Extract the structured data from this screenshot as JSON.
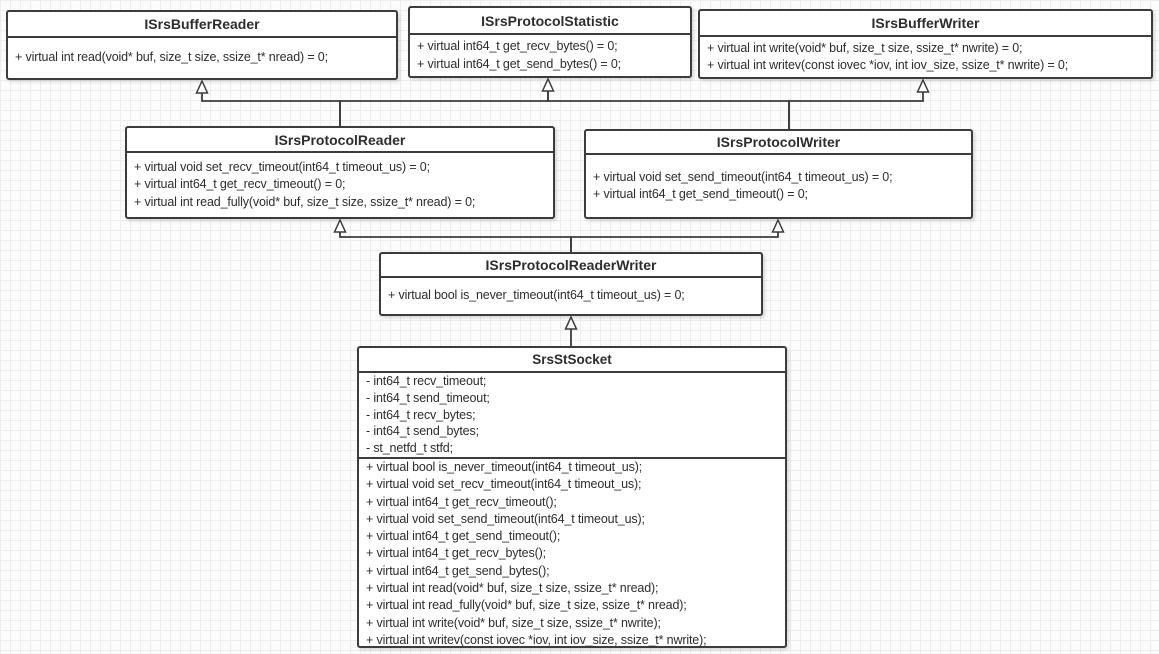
{
  "colors": {
    "border": "#3c3c3c",
    "text": "#2d2d2d",
    "box_fill": "#ffffff",
    "grid": "#ededed"
  },
  "diagram": {
    "type": "uml-class-diagram",
    "classes": [
      {
        "name": "ISrsBufferReader",
        "fields": [],
        "methods": [
          "+ virtual int read(void* buf, size_t size, ssize_t* nread) = 0;"
        ]
      },
      {
        "name": "ISrsProtocolStatistic",
        "fields": [],
        "methods": [
          "+ virtual int64_t get_recv_bytes() = 0;",
          "+ virtual int64_t get_send_bytes() = 0;"
        ]
      },
      {
        "name": "ISrsBufferWriter",
        "fields": [],
        "methods": [
          "+ virtual int write(void* buf, size_t size, ssize_t* nwrite) = 0;",
          "+ virtual int writev(const iovec *iov, int iov_size, ssize_t* nwrite) = 0;"
        ]
      },
      {
        "name": "ISrsProtocolReader",
        "fields": [],
        "methods": [
          "+ virtual void set_recv_timeout(int64_t timeout_us) = 0;",
          "+ virtual int64_t get_recv_timeout() = 0;",
          "+ virtual int read_fully(void* buf, size_t size, ssize_t* nread) = 0;"
        ]
      },
      {
        "name": "ISrsProtocolWriter",
        "fields": [],
        "methods": [
          "+ virtual void set_send_timeout(int64_t timeout_us) = 0;",
          "+ virtual int64_t get_send_timeout() = 0;"
        ]
      },
      {
        "name": "ISrsProtocolReaderWriter",
        "fields": [],
        "methods": [
          "+ virtual bool is_never_timeout(int64_t timeout_us) = 0;"
        ]
      },
      {
        "name": "SrsStSocket",
        "fields": [
          "- int64_t recv_timeout;",
          "- int64_t send_timeout;",
          "- int64_t recv_bytes;",
          "- int64_t send_bytes;",
          "- st_netfd_t stfd;"
        ],
        "methods": [
          "+ virtual bool is_never_timeout(int64_t timeout_us);",
          "+ virtual void set_recv_timeout(int64_t timeout_us);",
          "+ virtual int64_t get_recv_timeout();",
          "+ virtual void set_send_timeout(int64_t timeout_us);",
          "+ virtual int64_t get_send_timeout();",
          "+ virtual int64_t get_recv_bytes();",
          "+ virtual int64_t get_send_bytes();",
          "+ virtual int read(void* buf, size_t size, ssize_t* nread);",
          "+ virtual int read_fully(void* buf, size_t size, ssize_t* nread);",
          "+ virtual int write(void* buf, size_t size, ssize_t* nwrite);",
          "+ virtual int writev(const iovec *iov, int iov_size, ssize_t* nwrite);"
        ]
      }
    ],
    "relations": [
      {
        "from": "ISrsProtocolReader",
        "to": "ISrsBufferReader",
        "type": "generalization"
      },
      {
        "from": "ISrsProtocolReader",
        "to": "ISrsProtocolStatistic",
        "type": "generalization"
      },
      {
        "from": "ISrsProtocolWriter",
        "to": "ISrsProtocolStatistic",
        "type": "generalization"
      },
      {
        "from": "ISrsProtocolWriter",
        "to": "ISrsBufferWriter",
        "type": "generalization"
      },
      {
        "from": "ISrsProtocolReaderWriter",
        "to": "ISrsProtocolReader",
        "type": "generalization"
      },
      {
        "from": "ISrsProtocolReaderWriter",
        "to": "ISrsProtocolWriter",
        "type": "generalization"
      },
      {
        "from": "SrsStSocket",
        "to": "ISrsProtocolReaderWriter",
        "type": "generalization"
      }
    ]
  }
}
